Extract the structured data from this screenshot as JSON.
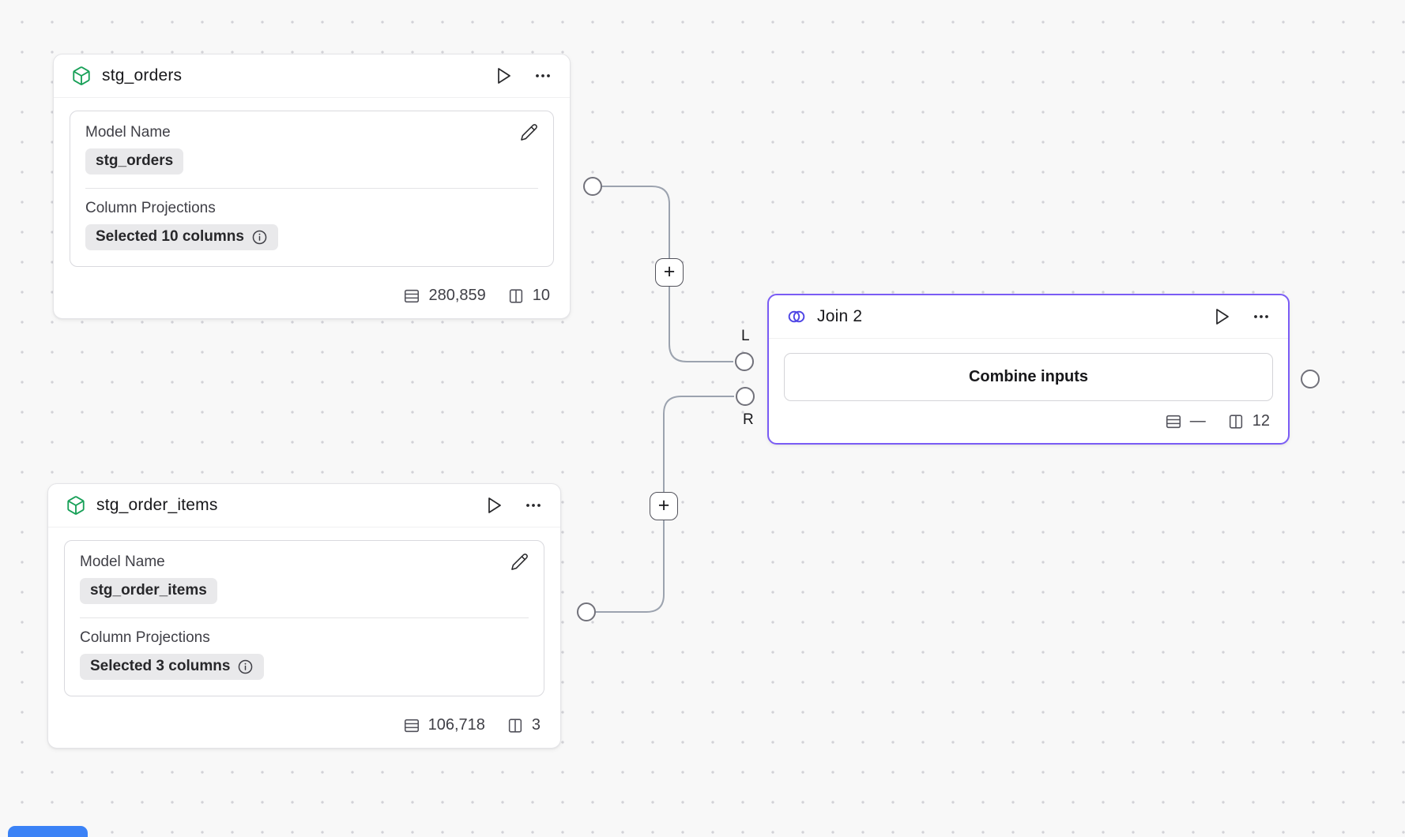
{
  "colors": {
    "background": "#f8f8f8",
    "dot": "#d2d2d7",
    "accent": "#7a5cf5",
    "model_icon": "#18a058",
    "join_icon": "#4f46e5",
    "edge": "#9ca3af"
  },
  "nodes": {
    "stg_orders": {
      "title": "stg_orders",
      "model_name_label": "Model Name",
      "model_name_value": "stg_orders",
      "column_projections_label": "Column Projections",
      "column_projections_value": "Selected 10 columns",
      "row_count": "280,859",
      "column_count": "10"
    },
    "stg_order_items": {
      "title": "stg_order_items",
      "model_name_label": "Model Name",
      "model_name_value": "stg_order_items",
      "column_projections_label": "Column Projections",
      "column_projections_value": "Selected 3 columns",
      "row_count": "106,718",
      "column_count": "3"
    },
    "join2": {
      "title": "Join 2",
      "action_label": "Combine inputs",
      "row_count": "—",
      "column_count": "12"
    }
  },
  "edges": {
    "left_port_label": "L",
    "right_port_label": "R",
    "insert_node_label": "+"
  },
  "icons": {
    "model": "package-cube-icon",
    "join": "venn-overlap-icon",
    "run": "play-icon",
    "menu": "ellipsis-icon",
    "edit": "pencil-icon",
    "info": "info-icon",
    "rows": "table-rows-icon",
    "columns": "table-columns-icon"
  }
}
